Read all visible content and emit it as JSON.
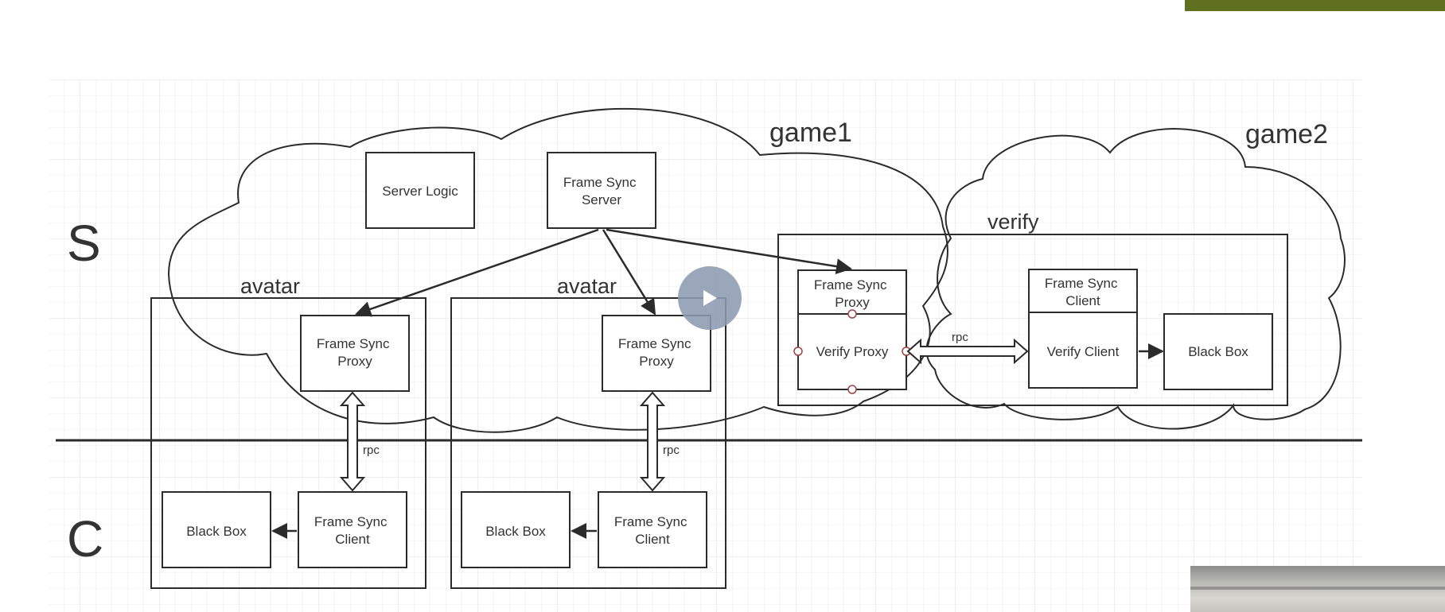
{
  "diagram": {
    "side_labels": {
      "server": "S",
      "client": "C"
    },
    "clouds": {
      "game1": "game1",
      "game2": "game2"
    },
    "groups": {
      "avatar_left": "avatar",
      "avatar_middle": "avatar",
      "verify": "verify"
    },
    "boxes": {
      "server_logic": [
        "Server Logic"
      ],
      "frame_sync_server": [
        "Frame Sync",
        "Server"
      ],
      "proxy_left": [
        "Frame Sync",
        "Proxy"
      ],
      "proxy_middle": [
        "Frame Sync",
        "Proxy"
      ],
      "verify_fs_proxy": [
        "Frame Sync",
        "Proxy"
      ],
      "verify_proxy": [
        "Verify Proxy"
      ],
      "verify_fs_client": [
        "Frame Sync",
        "Client"
      ],
      "verify_client": [
        "Verify Client"
      ],
      "verify_black_box": [
        "Black Box"
      ],
      "client_left_fs": [
        "Frame Sync",
        "Client"
      ],
      "client_left_bb": [
        "Black Box"
      ],
      "client_middle_fs": [
        "Frame Sync",
        "Client"
      ],
      "client_middle_bb": [
        "Black Box"
      ]
    },
    "rpc_labels": {
      "left": "rpc",
      "middle": "rpc",
      "verify": "rpc"
    }
  },
  "colors": {
    "grid": "#e2e2e2",
    "stroke": "#2b2b2b",
    "green_bar": "#5f7020",
    "play_button": "#8c9bb1"
  },
  "play_button": {
    "icon": "play-icon"
  }
}
